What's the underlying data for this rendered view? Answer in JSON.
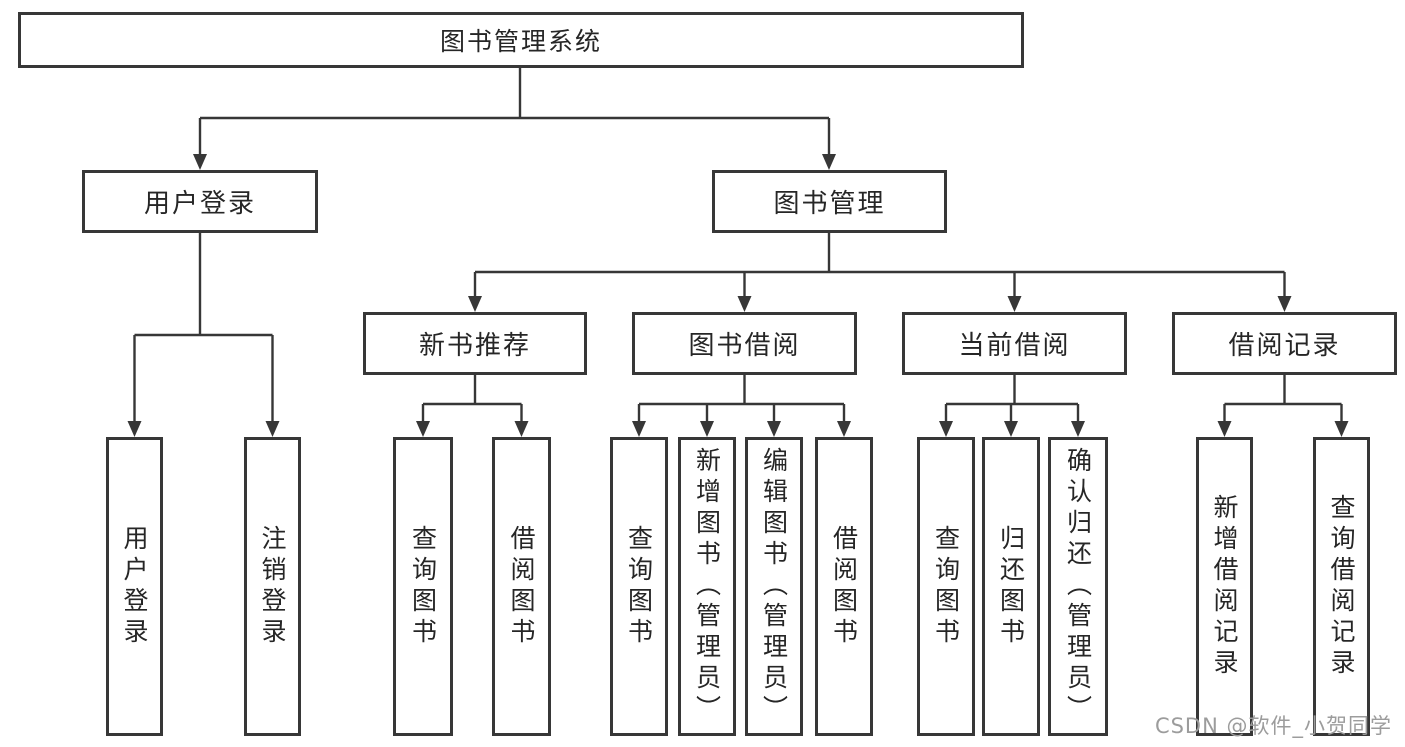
{
  "nodes": {
    "root": "图书管理系统",
    "userLogin": "用户登录",
    "bookMgmt": "图书管理",
    "newBooks": "新书推荐",
    "bookBorrow": "图书借阅",
    "currentBorrow": "当前借阅",
    "borrowRecords": "借阅记录",
    "leafUserLogin": "用户登录",
    "leafLogout": "注销登录",
    "leafQueryBooks1": "查询图书",
    "leafBorrowBooks1": "借阅图书",
    "leafQueryBooks2": "查询图书",
    "leafAddBooks": "新增图书（管理员）",
    "leafEditBooks": "编辑图书（管理员）",
    "leafBorrowBooks2": "借阅图书",
    "leafQueryBooks3": "查询图书",
    "leafReturnBooks": "归还图书",
    "leafConfirmReturn": "确认归还（管理员）",
    "leafAddRecord": "新增借阅记录",
    "leafQueryRecord": "查询借阅记录"
  },
  "watermark": "CSDN @软件_小贺同学"
}
